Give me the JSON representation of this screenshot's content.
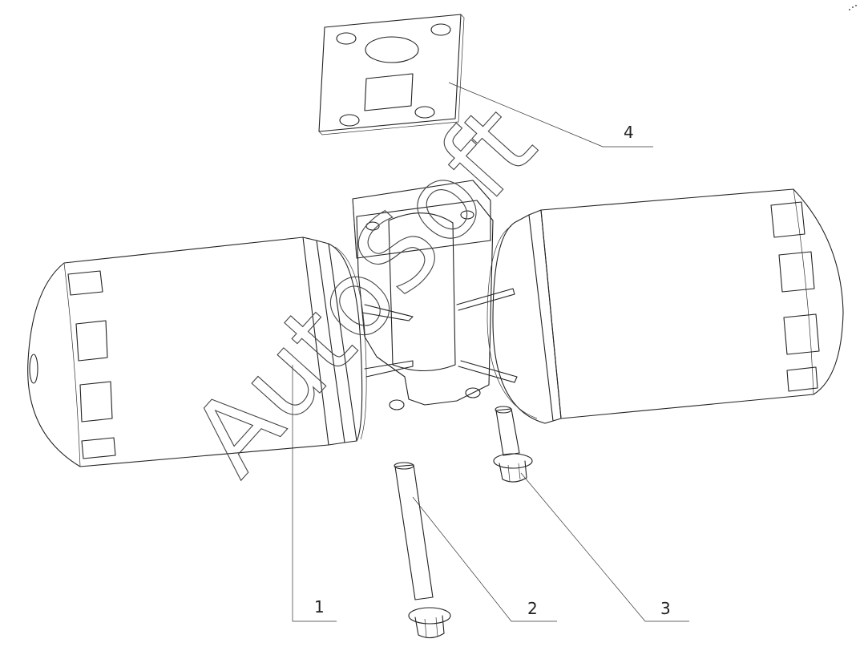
{
  "watermark": "AutoSoft",
  "callouts": [
    {
      "number": "1"
    },
    {
      "number": "2"
    },
    {
      "number": "3"
    },
    {
      "number": "4"
    }
  ]
}
